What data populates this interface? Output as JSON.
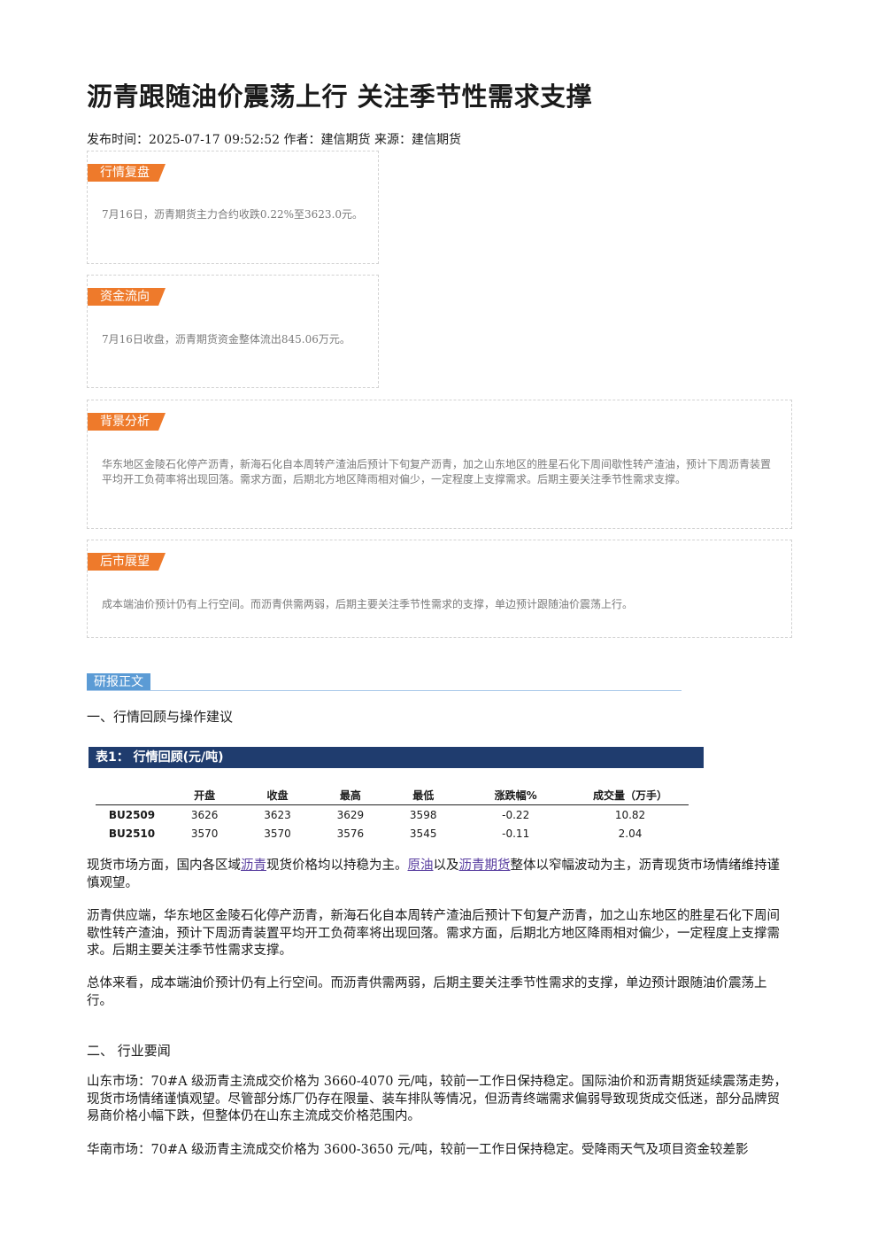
{
  "article": {
    "title": "沥青跟随油价震荡上行 关注季节性需求支撑",
    "meta": "发布时间：2025-07-17 09:52:52 作者：建信期货 来源：建信期货"
  },
  "boxes": {
    "review": {
      "tag": "行情复盘",
      "text": "7月16日，沥青期货主力合约收跌0.22%至3623.0元。"
    },
    "flow": {
      "tag": "资金流向",
      "text": "7月16日收盘，沥青期货资金整体流出845.06万元。"
    },
    "background": {
      "tag": "背景分析",
      "text": "华东地区金陵石化停产沥青，新海石化自本周转产渣油后预计下旬复产沥青，加之山东地区的胜星石化下周间歇性转产渣油，预计下周沥青装置平均开工负荷率将出现回落。需求方面，后期北方地区降雨相对偏少，一定程度上支撑需求。后期主要关注季节性需求支撑。"
    },
    "outlook": {
      "tag": "后市展望",
      "text": "成本端油价预计仍有上行空间。而沥青供需两弱，后期主要关注季节性需求的支撑，单边预计跟随油价震荡上行。"
    }
  },
  "report": {
    "section_tag": "研报正文",
    "h1": "一、行情回顾与操作建议",
    "table_title": "表1：  行情回顾(元/吨)",
    "columns": [
      "",
      "开盘",
      "收盘",
      "最高",
      "最低",
      "涨跌幅%",
      "成交量（万手）"
    ],
    "rows": [
      [
        "BU2509",
        "3626",
        "3623",
        "3629",
        "3598",
        "-0.22",
        "10.82"
      ],
      [
        "BU2510",
        "3570",
        "3570",
        "3576",
        "3545",
        "-0.11",
        "2.04"
      ]
    ],
    "p1": {
      "a": "现货市场方面，国内各区域",
      "link1": "沥青",
      "b": "现货价格均以持稳为主。",
      "link2": "原油",
      "c": "以及",
      "link3": "沥青期货",
      "d": "整体以窄幅波动为主，沥青现货市场情绪维持谨慎观望。"
    },
    "p2": "沥青供应端，华东地区金陵石化停产沥青，新海石化自本周转产渣油后预计下旬复产沥青，加之山东地区的胜星石化下周间歇性转产渣油，预计下周沥青装置平均开工负荷率将出现回落。需求方面，后期北方地区降雨相对偏少，一定程度上支撑需求。后期主要关注季节性需求支撑。",
    "p3": "总体来看，成本端油价预计仍有上行空间。而沥青供需两弱，后期主要关注季节性需求的支撑，单边预计跟随油价震荡上行。",
    "h2": "二、 行业要闻",
    "p4": "山东市场：70#A 级沥青主流成交价格为 3660-4070 元/吨，较前一工作日保持稳定。国际油价和沥青期货延续震荡走势，现货市场情绪谨慎观望。尽管部分炼厂仍存在限量、装车排队等情况，但沥青终端需求偏弱导致现货成交低迷，部分品牌贸易商价格小幅下跌，但整体仍在山东主流成交价格范围内。",
    "p5": "华南市场：70#A 级沥青主流成交价格为 3600-3650 元/吨，较前一工作日保持稳定。受降雨天气及项目资金较差影"
  },
  "colors": {
    "tag_orange": "#ee7a2b",
    "tag_blue": "#5b9bd5",
    "table_header": "#1f3c6e",
    "link": "#5a3fa0"
  }
}
